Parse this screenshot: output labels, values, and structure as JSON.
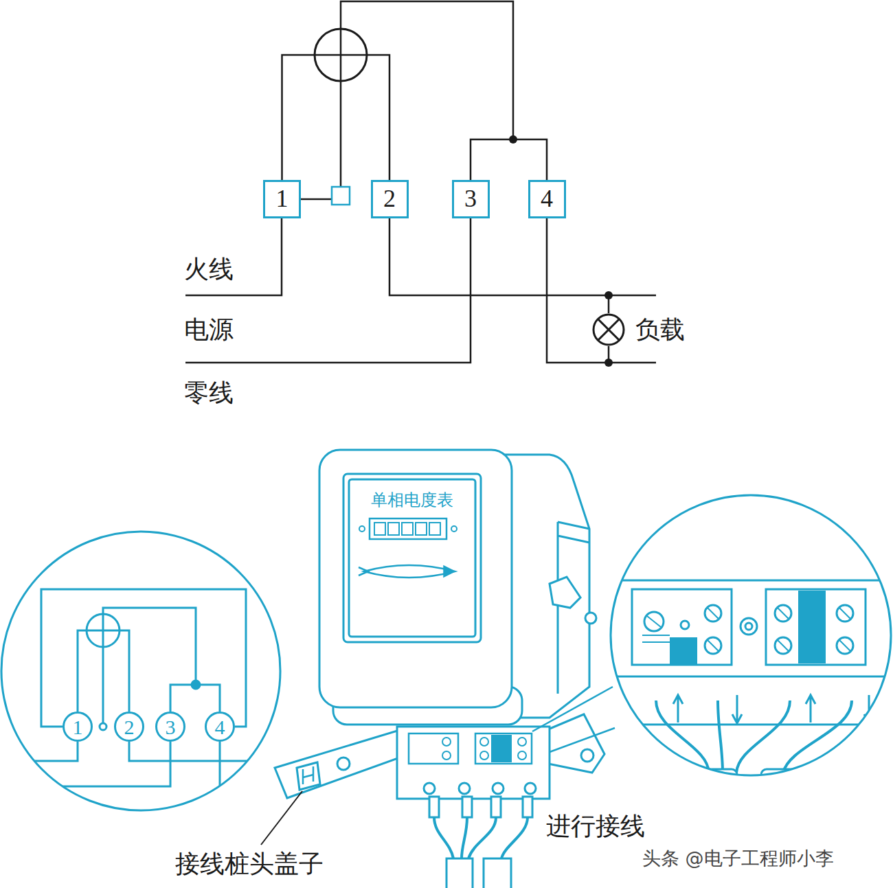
{
  "diagram": {
    "nodes": [
      {
        "text": [
          "1"
        ]
      },
      {
        "text": [
          "2"
        ]
      },
      {
        "text": [
          "3"
        ]
      },
      {
        "text": [
          "4"
        ]
      },
      {
        "text": [
          "负载"
        ]
      },
      {
        "text": [
          "1"
        ]
      },
      {
        "text": [
          "2"
        ]
      },
      {
        "text": [
          "3"
        ]
      },
      {
        "text": [
          "4"
        ]
      }
    ],
    "edges": [
      {
        "from": 0,
        "to": 1,
        "arrow": "none"
      },
      {
        "from": 2,
        "to": 3,
        "arrow": "none"
      },
      {
        "from": 1,
        "to": 4,
        "arrow": "none"
      },
      {
        "from": 3,
        "to": 4,
        "arrow": "none"
      },
      {
        "from": 5,
        "to": 6,
        "arrow": "none"
      },
      {
        "from": 7,
        "to": 8,
        "arrow": "none"
      }
    ],
    "labels": [
      "火线",
      "电源",
      "零线",
      "单相电度表",
      "接线桩头盖子",
      "进行接线",
      "头条 @电子工程师小李"
    ]
  }
}
